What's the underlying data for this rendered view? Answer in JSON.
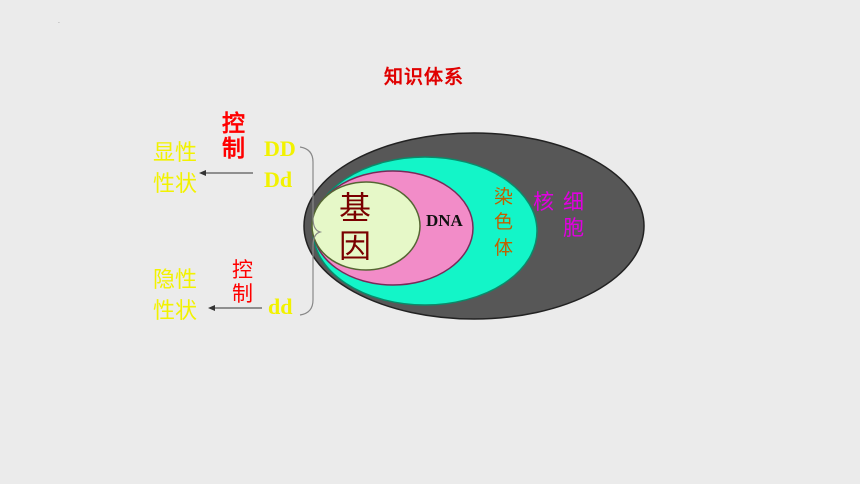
{
  "title": "知识体系",
  "dot": ".",
  "dominant": {
    "control": "控制",
    "trait_line1": "显性",
    "trait_line2": "性状",
    "genotype1": "DD",
    "genotype2": "Dd"
  },
  "recessive": {
    "control": "控制",
    "trait_line1": "隐性",
    "trait_line2": "性状",
    "genotype": "dd"
  },
  "nested": {
    "gene_line1": "基",
    "gene_line2": "因",
    "dna": "DNA",
    "chromosome_1": "染",
    "chromosome_2": "色",
    "chromosome_3": "体",
    "nucleus": "核",
    "cell_1": "细",
    "cell_2": "胞"
  },
  "colors": {
    "background": "#ebebeb",
    "title": "#e00000",
    "trait_text": "#f2f200",
    "control_text": "#ff0000",
    "cell": "#575757",
    "nucleus": "#13f5c8",
    "chromosome": "#f28cc8",
    "dna": "#e6f8c8",
    "gene_text": "#7a0000",
    "chromosome_text": "#c06000",
    "cell_text": "#e000e0"
  }
}
